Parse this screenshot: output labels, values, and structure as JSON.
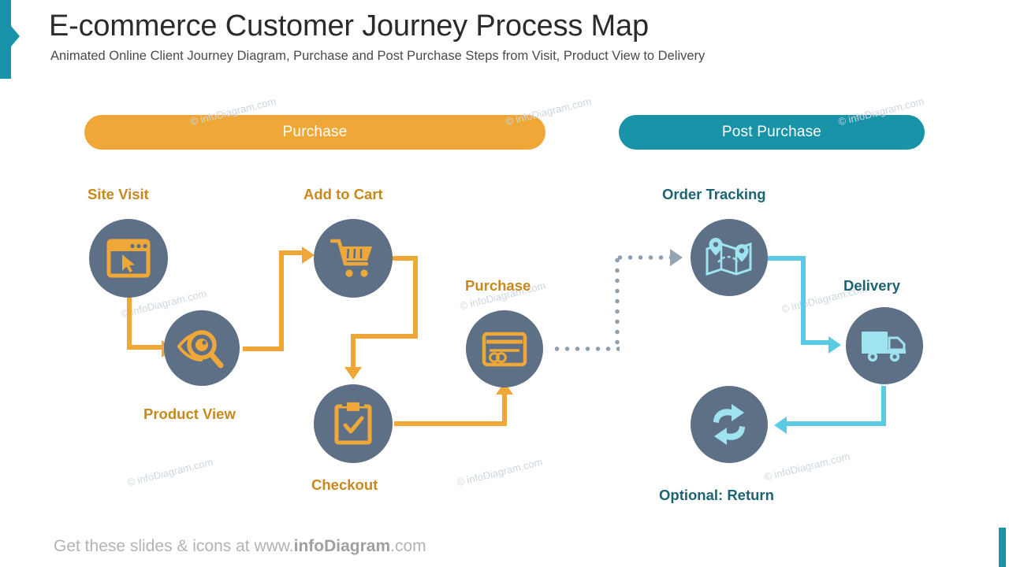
{
  "header": {
    "title": "E-commerce Customer Journey Process Map",
    "subtitle": "Animated Online Client Journey Diagram, Purchase and Post Purchase Steps from Visit, Product View to Delivery"
  },
  "phases": [
    {
      "label": "Purchase",
      "color": "#EFA838"
    },
    {
      "label": "Post Purchase",
      "color": "#1893A8"
    }
  ],
  "nodes": [
    {
      "label": "Site Visit",
      "icon": "browser-window-cursor-icon",
      "label_color": "#C8881B",
      "icon_color": "#EFA838",
      "circle_color": "#5D7086"
    },
    {
      "label": "Product View",
      "icon": "magnifier-eye-icon",
      "label_color": "#C8881B",
      "icon_color": "#EFA838",
      "circle_color": "#5D7086"
    },
    {
      "label": "Add to Cart",
      "icon": "shopping-cart-icon",
      "label_color": "#C8881B",
      "icon_color": "#EFA838",
      "circle_color": "#5D7086"
    },
    {
      "label": "Checkout",
      "icon": "clipboard-check-icon",
      "label_color": "#C8881B",
      "icon_color": "#EFA838",
      "circle_color": "#5D7086"
    },
    {
      "label": "Purchase",
      "icon": "credit-card-icon",
      "label_color": "#C8881B",
      "icon_color": "#EFA838",
      "circle_color": "#5D7086"
    },
    {
      "label": "Order Tracking",
      "icon": "map-pins-icon",
      "label_color": "#1C6374",
      "icon_color": "#9FE2F0",
      "circle_color": "#5D7086"
    },
    {
      "label": "Delivery",
      "icon": "delivery-truck-icon",
      "label_color": "#1C6374",
      "icon_color": "#9FE2F0",
      "circle_color": "#5D7086"
    },
    {
      "label": "Optional: Return",
      "icon": "return-arrows-icon",
      "label_color": "#1C6374",
      "icon_color": "#9FE2F0",
      "circle_color": "#5D7086"
    }
  ],
  "watermark": {
    "text": "© infoDiagram.com"
  },
  "footer": {
    "prefix": "Get these slides & icons at www.",
    "brand": "infoDiagram",
    "suffix": ".com"
  },
  "accents": {
    "color": "#1893A8"
  }
}
